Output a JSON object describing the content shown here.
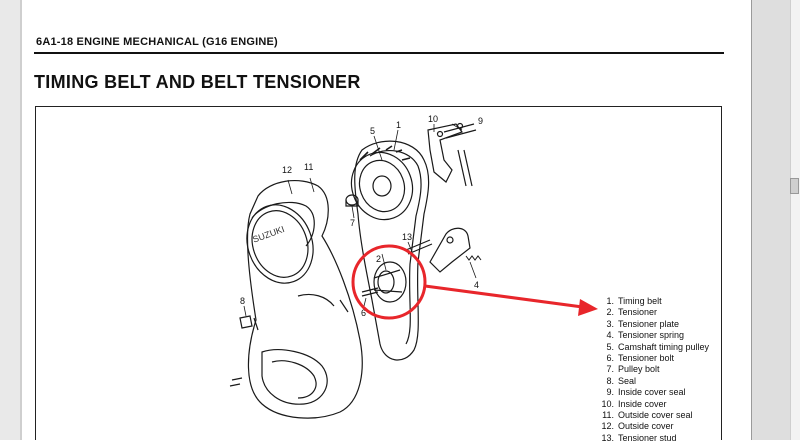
{
  "header": {
    "text": "6A1-18   ENGINE MECHANICAL (G16 ENGINE)"
  },
  "title": "TIMING BELT AND BELT TENSIONER",
  "callouts": {
    "c1": "1",
    "c2": "2",
    "c4": "4",
    "c5": "5",
    "c6": "6",
    "c7": "7",
    "c8": "8",
    "c9": "9",
    "c10": "10",
    "c11": "11",
    "c12": "12",
    "c13": "13"
  },
  "cover_lettering": "SUZUKI",
  "annotation_color": "#e8262b",
  "legend": [
    {
      "num": "1.",
      "label": "Timing belt"
    },
    {
      "num": "2.",
      "label": "Tensioner"
    },
    {
      "num": "3.",
      "label": "Tensioner plate"
    },
    {
      "num": "4.",
      "label": "Tensioner spring"
    },
    {
      "num": "5.",
      "label": "Camshaft timing pulley"
    },
    {
      "num": "6.",
      "label": "Tensioner bolt"
    },
    {
      "num": "7.",
      "label": "Pulley bolt"
    },
    {
      "num": "8.",
      "label": "Seal"
    },
    {
      "num": "9.",
      "label": "Inside cover seal"
    },
    {
      "num": "10.",
      "label": "Inside cover"
    },
    {
      "num": "11.",
      "label": "Outside cover seal"
    },
    {
      "num": "12.",
      "label": "Outside cover"
    },
    {
      "num": "13.",
      "label": "Tensioner stud"
    }
  ]
}
